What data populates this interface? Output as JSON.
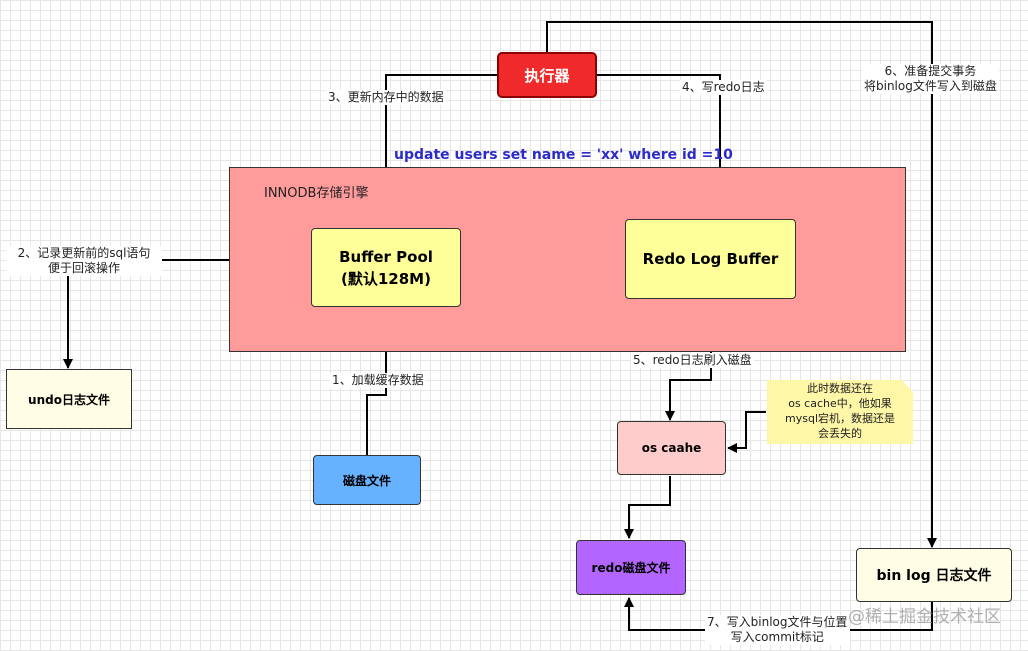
{
  "diagram": {
    "executor": "执行器",
    "sql": "update users set name = 'xx' where id =10",
    "innodb": "INNODB存储引擎",
    "buffer_pool_line1": "Buffer Pool",
    "buffer_pool_line2": "(默认128M)",
    "redo_log_buffer": "Redo Log Buffer",
    "undo_file": "undo日志文件",
    "disk_file": "磁盘文件",
    "os_cache": "os caahe",
    "redo_disk": "redo磁盘文件",
    "binlog_file": "bin log 日志文件",
    "note": [
      "此时数据还在",
      "os cache中，他如果",
      "mysql宕机，数据还是",
      "会丢失的"
    ],
    "step1": "1、加载缓存数据",
    "step2": [
      "2、记录更新前的sql语句",
      "便于回滚操作"
    ],
    "step3": "3、更新内存中的数据",
    "step4": "4、写redo日志",
    "step5": "5、redo日志刷入磁盘",
    "step6": [
      "6、准备提交事务",
      "将binlog文件写入到磁盘"
    ],
    "step7": [
      "7、写入binlog文件与位置",
      "写入commit标记"
    ],
    "watermark": "@稀土掘金技术社区"
  },
  "colors": {
    "executor": "#f02a2a",
    "innodb": "#ff9b9b",
    "buffer": "#ffff99",
    "undo": "#fffde6",
    "disk": "#66b2ff",
    "os_cache": "#ffcccc",
    "redo_disk": "#b266ff",
    "note": "#fff7a8",
    "sql_text": "#2b2bcc"
  }
}
